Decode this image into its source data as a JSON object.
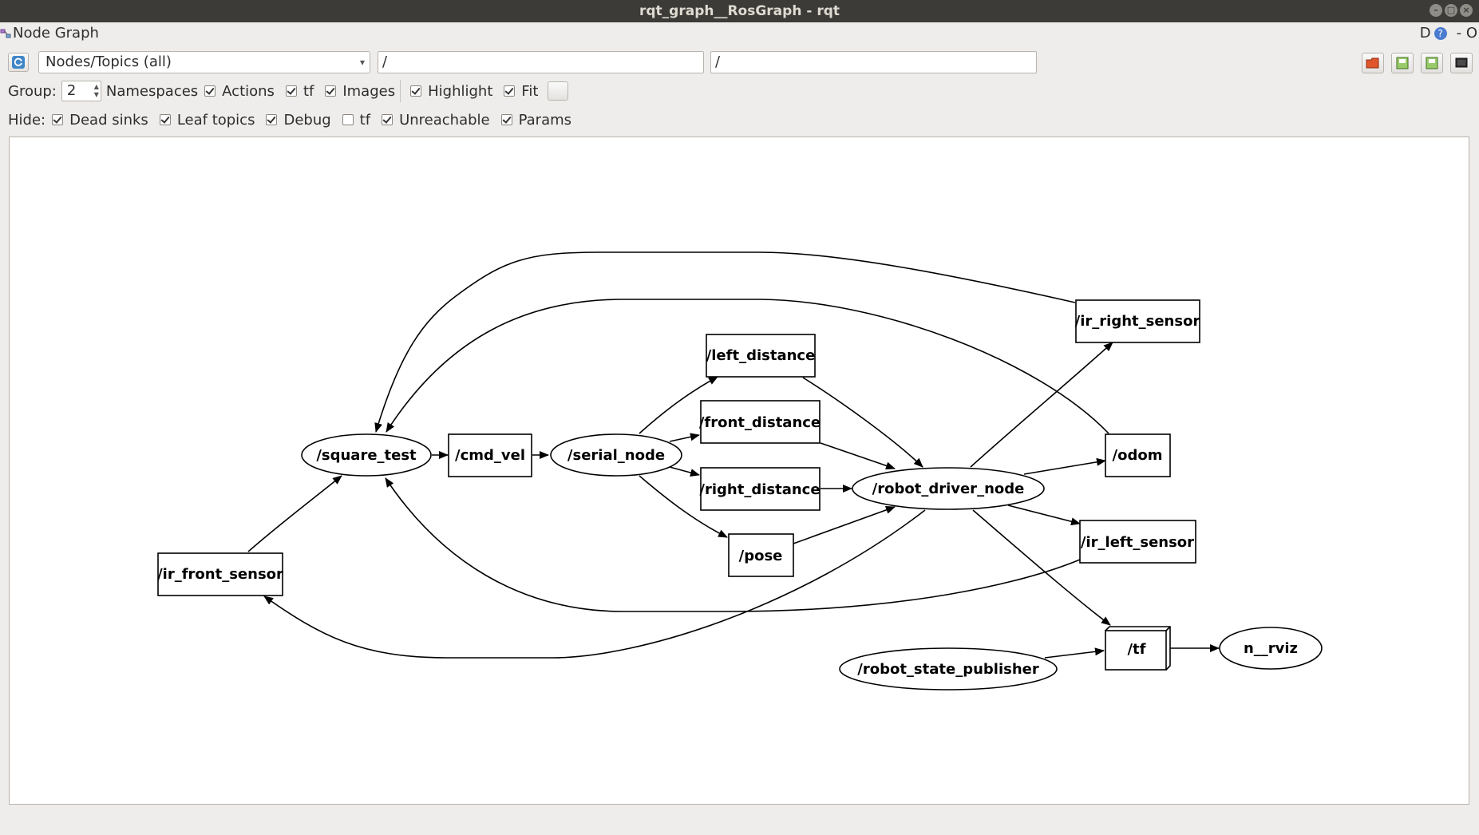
{
  "window": {
    "title": "rqt_graph__RosGraph - rqt"
  },
  "plugin": {
    "title": "Node Graph",
    "right_label": "D",
    "right_close": "- O"
  },
  "toolbar": {
    "view_mode": "Nodes/Topics (all)",
    "node_filter": "/",
    "topic_filter": "/"
  },
  "group_row": {
    "group_label": "Group:",
    "group_value": "2",
    "namespaces": "Namespaces",
    "actions": "Actions",
    "tf": "tf",
    "images": "Images",
    "highlight": "Highlight",
    "fit": "Fit"
  },
  "hide_row": {
    "hide_label": "Hide:",
    "dead_sinks": "Dead sinks",
    "leaf_topics": "Leaf topics",
    "debug": "Debug",
    "tf": "tf",
    "unreachable": "Unreachable",
    "params": "Params"
  },
  "graph": {
    "nodes": {
      "square_test": "/square_test",
      "cmd_vel": "/cmd_vel",
      "serial_node": "/serial_node",
      "left_distance": "/left_distance",
      "front_distance": "/front_distance",
      "right_distance": "/right_distance",
      "pose": "/pose",
      "robot_driver_node": "/robot_driver_node",
      "ir_right_sensor": "/ir_right_sensor",
      "odom": "/odom",
      "ir_left_sensor": "/ir_left_sensor",
      "ir_front_sensor": "/ir_front_sensor",
      "tf": "/tf",
      "rviz": "n__rviz",
      "robot_state_publisher": "/robot_state_publisher"
    }
  },
  "colors": {
    "titlebar": "#3c3b37",
    "window_bg": "#efedeb",
    "canvas_bg": "#ffffff"
  }
}
